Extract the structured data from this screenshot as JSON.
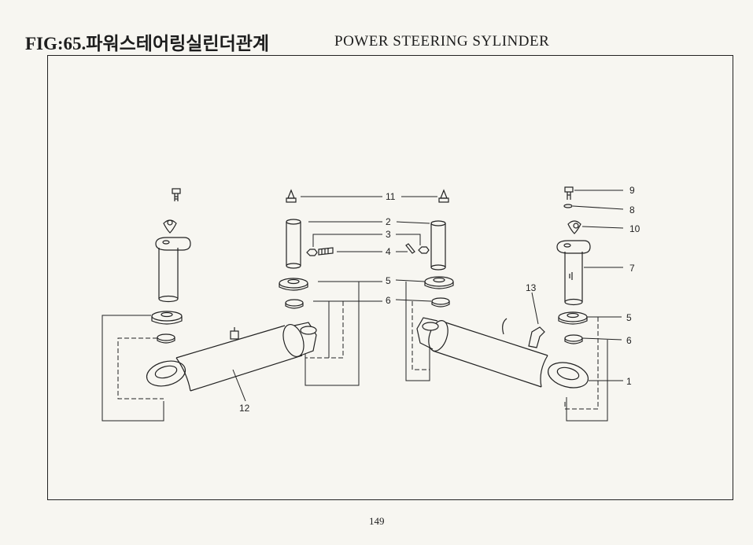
{
  "header": {
    "figure_title": "FIG:65.파워스테어링실린더관계",
    "english_title": "POWER STEERING SYLINDER"
  },
  "callouts": {
    "c1": "1",
    "c2": "2",
    "c3": "3",
    "c4": "4",
    "c5_center": "5",
    "c6_center": "6",
    "c5_right": "5",
    "c6_right": "6",
    "c7": "7",
    "c8": "8",
    "c9": "9",
    "c10": "10",
    "c11": "11",
    "c12": "12",
    "c13": "13"
  },
  "footer": {
    "page_number": "149"
  }
}
